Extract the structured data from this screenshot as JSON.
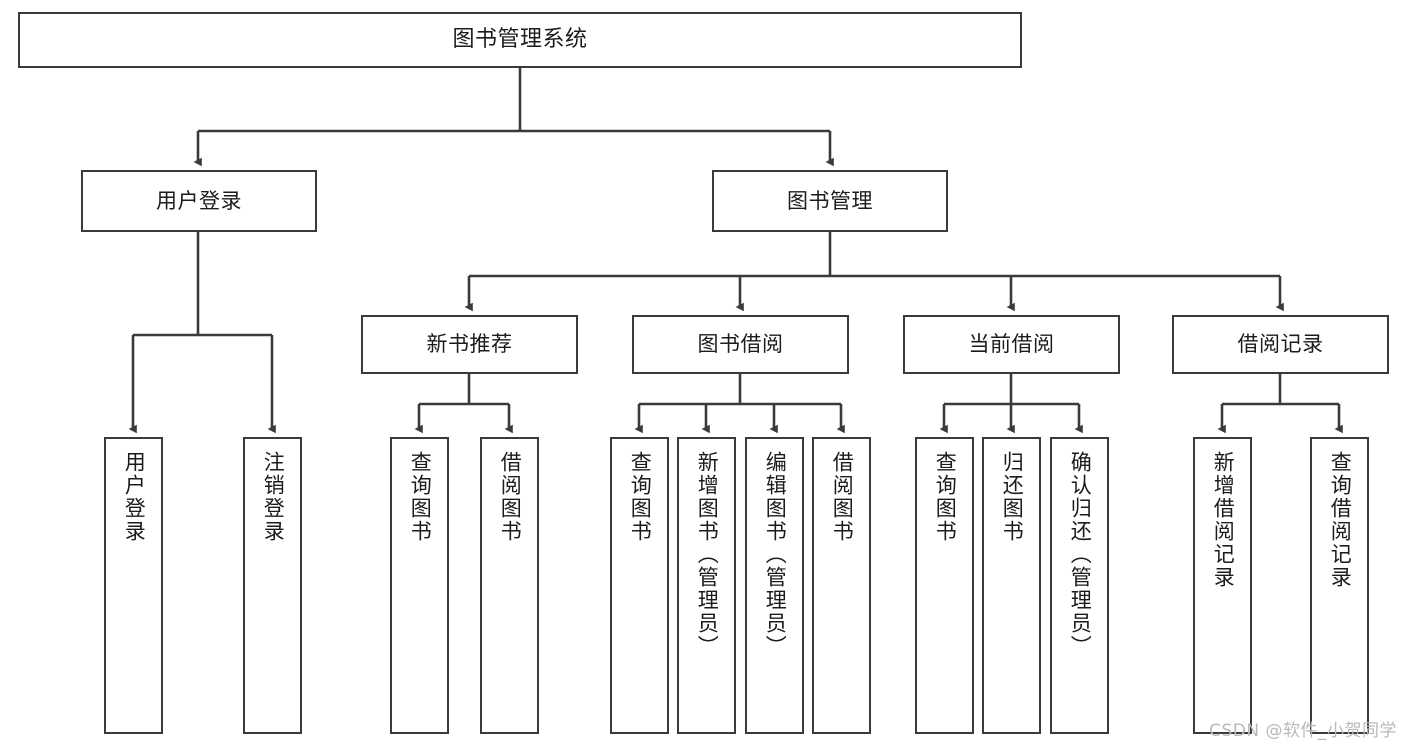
{
  "diagram": {
    "title": "图书管理系统",
    "type": "hierarchy-tree",
    "stroke_color": "#3a3a3a",
    "fill_color": "#ffffff",
    "text_color": "#1c1c1c",
    "nodes": {
      "root": {
        "label": "图书管理系统"
      },
      "l2": [
        {
          "label": "用户登录"
        },
        {
          "label": "图书管理"
        }
      ],
      "l3": [
        {
          "label": "新书推荐"
        },
        {
          "label": "图书借阅"
        },
        {
          "label": "当前借阅"
        },
        {
          "label": "借阅记录"
        }
      ],
      "leaves": {
        "user_login": [
          {
            "label": "用户登录"
          },
          {
            "label": "注销登录"
          }
        ],
        "new_book": [
          {
            "label": "查询图书"
          },
          {
            "label": "借阅图书"
          }
        ],
        "book_borrow": [
          {
            "label": "查询图书"
          },
          {
            "label": "新增图书（管理员）"
          },
          {
            "label": "编辑图书（管理员）"
          },
          {
            "label": "借阅图书"
          }
        ],
        "current_borrow": [
          {
            "label": "查询图书"
          },
          {
            "label": "归还图书"
          },
          {
            "label": "确认归还（管理员）"
          }
        ],
        "borrow_record": [
          {
            "label": "新增借阅记录"
          },
          {
            "label": "查询借阅记录"
          }
        ]
      }
    },
    "watermark": "CSDN @软件_小贺同学"
  }
}
